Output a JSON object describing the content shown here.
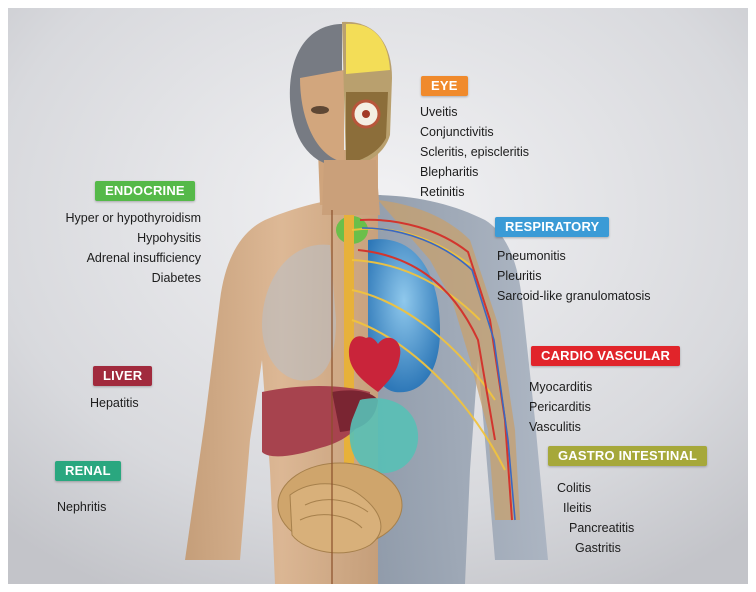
{
  "colors": {
    "eye": "#f08a2c",
    "endocrine": "#55b949",
    "respiratory": "#3b9bd6",
    "cardio": "#e1242a",
    "liver": "#a12a3d",
    "renal": "#2aa77f",
    "gastro": "#a6a83a"
  },
  "groups": {
    "eye": {
      "title": "EYE",
      "items": [
        "Uveitis",
        "Conjunctivitis",
        "Scleritis, episcleritis",
        "Blepharitis",
        "Retinitis"
      ]
    },
    "endocrine": {
      "title": "ENDOCRINE",
      "items": [
        "Hyper or hypothyroidism",
        "Hypohysitis",
        "Adrenal insufficiency",
        "Diabetes"
      ]
    },
    "respiratory": {
      "title": "RESPIRATORY",
      "items": [
        "Pneumonitis",
        "Pleuritis",
        "Sarcoid-like granulomatosis"
      ]
    },
    "cardio": {
      "title": "CARDIO VASCULAR",
      "items": [
        "Myocarditis",
        "Pericarditis",
        "Vasculitis"
      ]
    },
    "liver": {
      "title": "LIVER",
      "items": [
        "Hepatitis"
      ]
    },
    "renal": {
      "title": "RENAL",
      "items": [
        "Nephritis"
      ]
    },
    "gastro": {
      "title": "GASTRO INTESTINAL",
      "items": [
        "Colitis",
        "Ileitis",
        "Pancreatitis",
        "Gastritis"
      ]
    }
  }
}
